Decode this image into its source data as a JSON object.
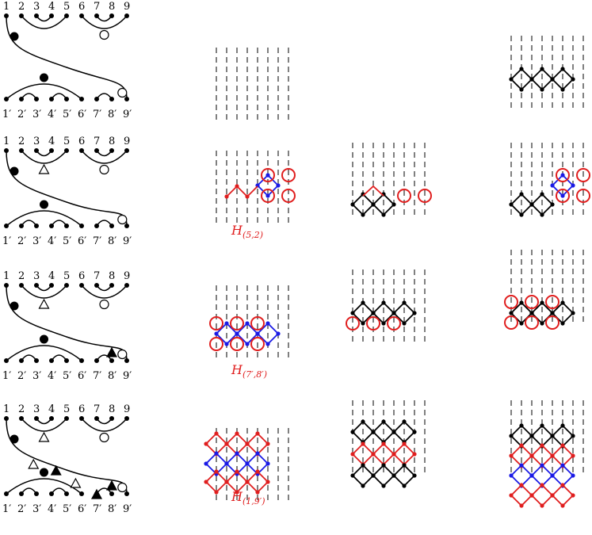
{
  "colors": {
    "black": "#000000",
    "red": "#e01e1e",
    "blue": "#1a1ae6"
  },
  "top_labels": [
    "1",
    "2",
    "3",
    "4",
    "5",
    "6",
    "7",
    "8",
    "9"
  ],
  "bottom_labels": [
    "1′",
    "2′",
    "3′",
    "4′",
    "5′",
    "6′",
    "7′",
    "8′",
    "9′"
  ],
  "h_labels": [
    {
      "main": "H",
      "sub": "(5,2)"
    },
    {
      "main": "H",
      "sub": "(7′,8′)"
    },
    {
      "main": "H",
      "sub": "(1,9′)"
    }
  ]
}
